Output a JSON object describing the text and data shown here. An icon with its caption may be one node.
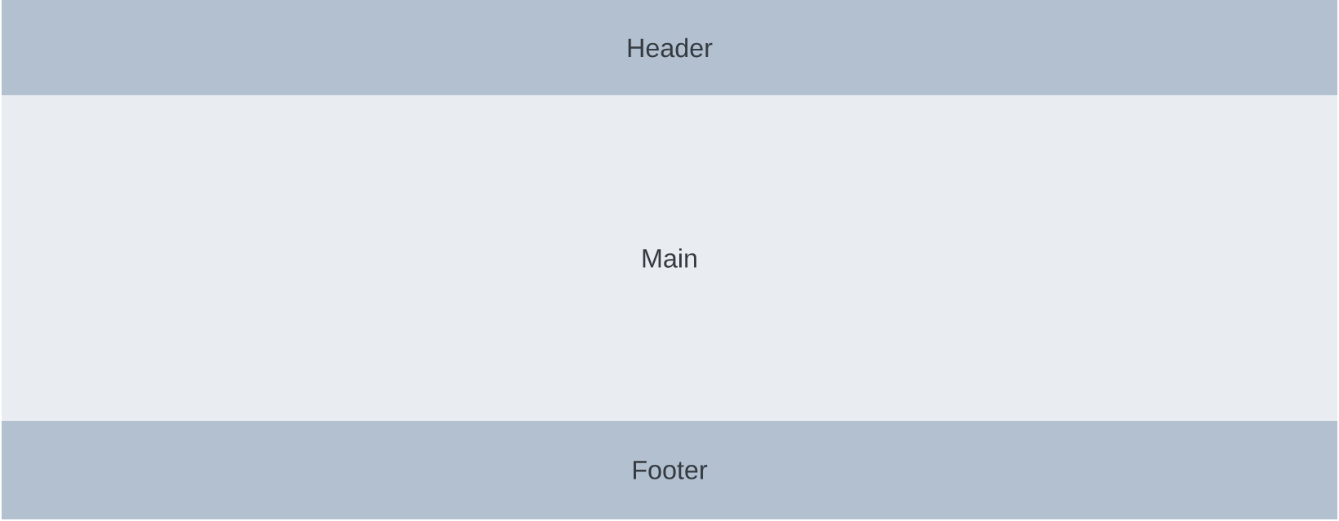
{
  "diagram": {
    "nodes": [
      {
        "text": [
          "Header"
        ]
      },
      {
        "text": [
          "Main"
        ]
      },
      {
        "text": [
          "Footer"
        ]
      }
    ]
  }
}
